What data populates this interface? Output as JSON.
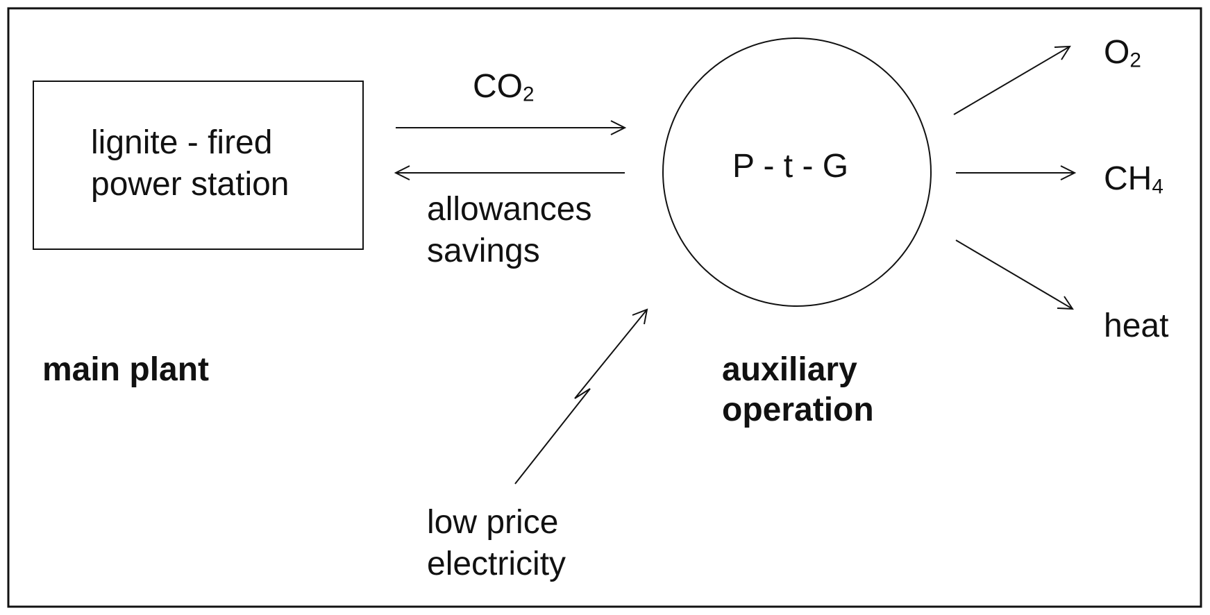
{
  "main_plant": {
    "box_line1": "lignite - fired",
    "box_line2": "power station",
    "caption": "main plant"
  },
  "exchange": {
    "co2_base": "CO",
    "co2_sub": "2",
    "return_line1": "allowances",
    "return_line2": "savings"
  },
  "ptg": {
    "label": "P - t - G",
    "caption_line1": "auxiliary",
    "caption_line2": "operation"
  },
  "input": {
    "line1": "low price",
    "line2": "electricity"
  },
  "outputs": {
    "o2_base": "O",
    "o2_sub": "2",
    "ch4_base": "CH",
    "ch4_sub": "4",
    "heat": "heat"
  },
  "colors": {
    "line": "#111111",
    "background": "#ffffff"
  }
}
